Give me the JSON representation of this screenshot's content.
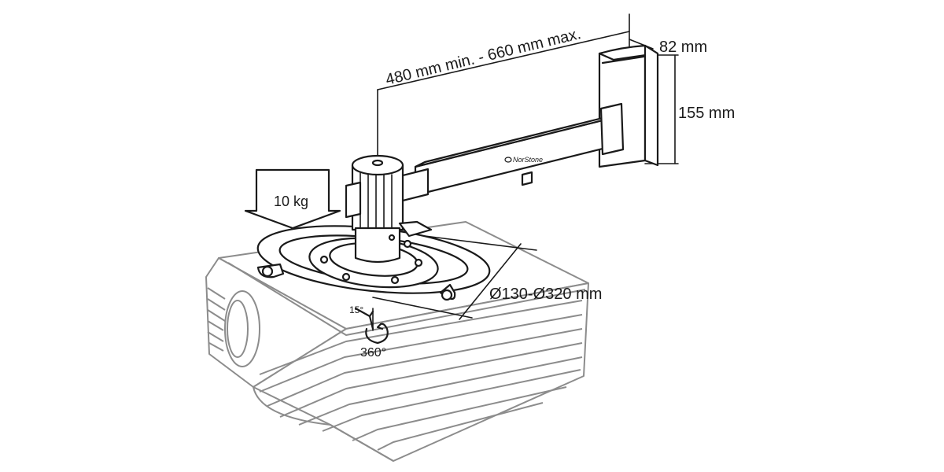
{
  "labels": {
    "arm_length": "480 mm min. - 660 mm max.",
    "bracket_width": "82 mm",
    "bracket_height": "155 mm",
    "max_load": "10 kg",
    "plate_diameter": "Ø130-Ø320 mm",
    "tilt": "15°",
    "rotation": "360°",
    "brand": "NorStone"
  },
  "colors": {
    "ink": "#1a1a1a",
    "projector_outline": "#8c8c8c",
    "background": "#ffffff"
  }
}
